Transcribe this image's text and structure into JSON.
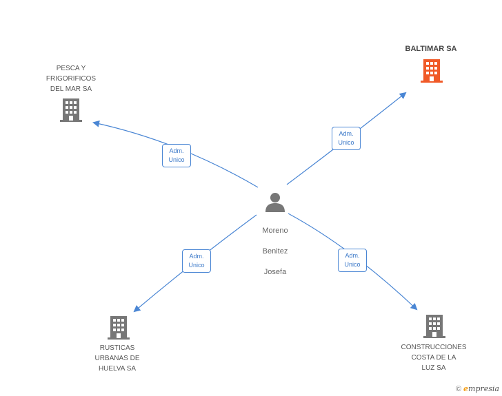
{
  "center_person": {
    "name_lines": [
      "Moreno",
      "Benitez",
      "Josefa"
    ],
    "icon": "person-icon"
  },
  "companies": [
    {
      "id": "baltimar",
      "label": "BALTIMAR SA",
      "highlight": true,
      "color": "#f05a28",
      "icon": "building-icon"
    },
    {
      "id": "pesca",
      "label": "PESCA Y\nFRIGORIFICOS\nDEL MAR SA",
      "highlight": false,
      "color": "#777777",
      "icon": "building-icon"
    },
    {
      "id": "rusticas",
      "label": "RUSTICAS\nURBANAS DE\nHUELVA SA",
      "highlight": false,
      "color": "#777777",
      "icon": "building-icon"
    },
    {
      "id": "construcciones",
      "label": "CONSTRUCCIONES\nCOSTA DE LA\nLUZ SA",
      "highlight": false,
      "color": "#777777",
      "icon": "building-icon"
    }
  ],
  "edges": [
    {
      "to": "baltimar",
      "role_line1": "Adm.",
      "role_line2": "Unico"
    },
    {
      "to": "pesca",
      "role_line1": "Adm.",
      "role_line2": "Unico"
    },
    {
      "to": "rusticas",
      "role_line1": "Adm.",
      "role_line2": "Unico"
    },
    {
      "to": "construcciones",
      "role_line1": "Adm.",
      "role_line2": "Unico"
    }
  ],
  "colors": {
    "edge": "#4a86d4",
    "icon_gray": "#777777",
    "highlight": "#f05a28"
  },
  "footer": {
    "copyright_symbol": "©",
    "brand_e": "e",
    "brand_rest": "mpresia"
  }
}
